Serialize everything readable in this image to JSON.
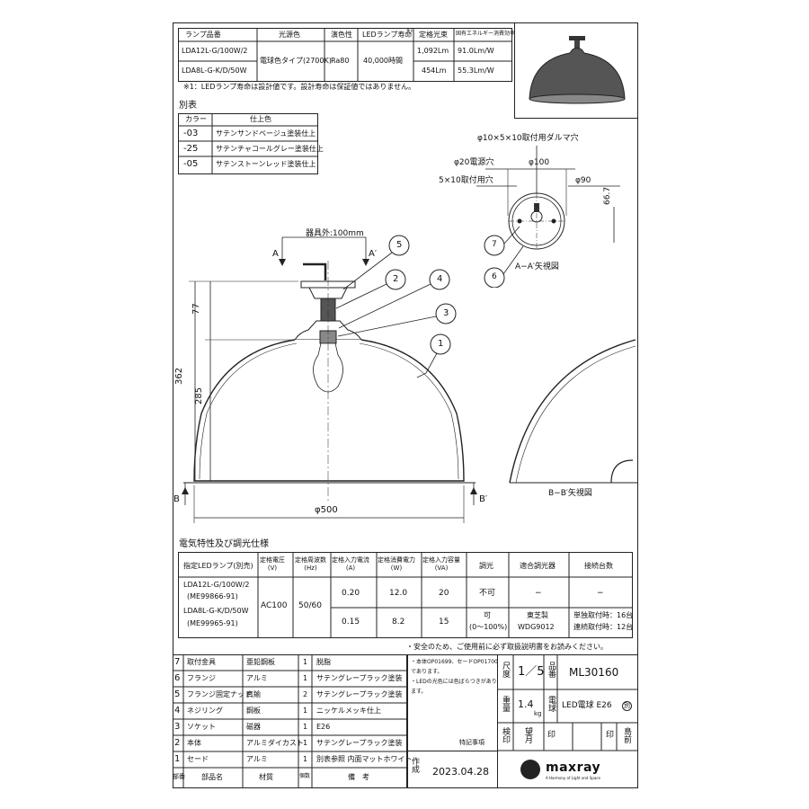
{
  "lamp_table": {
    "headers": [
      "ランプ品番",
      "光源色",
      "演色性",
      "LEDランプ寿命",
      "定格光束",
      "固有エネルギー消費効率"
    ],
    "header_note_mark": "※1",
    "rows": [
      {
        "part": "LDA12L-G/100W/2",
        "lumen": "1,092Lm",
        "eff": "91.0Lm/W"
      },
      {
        "part": "LDA8L-G-K/D/50W",
        "lumen": "454Lm",
        "eff": "55.3Lm/W"
      }
    ],
    "color": "電球色タイプ(2700K)",
    "cri": "Ra80",
    "life": "40,000時間",
    "note": "※1：LEDランプ寿命は設計値です。設計寿命は保証値ではありません。"
  },
  "betsu_table": {
    "title": "別表",
    "headers": [
      "カラー",
      "仕上色"
    ],
    "rows": [
      {
        "code": "-03",
        "finish": "サテンサンドベージュ塗装仕上"
      },
      {
        "code": "-25",
        "finish": "サテンチャコールグレー塗装仕上"
      },
      {
        "code": "-05",
        "finish": "サテンストーンレッド塗装仕上"
      }
    ]
  },
  "top_view": {
    "dim_screw": "φ10×5×10取付用ダルマ穴",
    "dim_power": "φ20電源穴",
    "dim_100": "φ100",
    "dim_hole": "5×10取付用穴",
    "dim_90": "φ90",
    "dim_667": "66.7",
    "title": "A−A′矢視図",
    "callouts": [
      "7",
      "6"
    ]
  },
  "elevation": {
    "width_label": "器具外:100mm",
    "a_left": "A",
    "a_right": "A′",
    "dim_77": "77",
    "dim_362": "362",
    "dim_285": "285",
    "dim_500": "φ500",
    "b_left": "B",
    "b_right": "B′",
    "bb_title": "B−B′矢視図",
    "callouts": [
      "5",
      "2",
      "4",
      "3",
      "1"
    ]
  },
  "electrical": {
    "title": "電気特性及び調光仕様",
    "headers": [
      "指定LEDランプ(別売)",
      "定格電圧\n(V)",
      "定格周波数\n(Hz)",
      "定格入力電流\n(A)",
      "定格消費電力\n(W)",
      "定格入力容量\n(VA)",
      "調光",
      "適合調光器",
      "接続台数"
    ],
    "lamps": [
      "LDA12L-G/100W/2",
      "(ME99866-91)",
      "LDA8L-G-K/D/50W",
      "(ME99965-91)"
    ],
    "voltage": "AC100",
    "freq": "50/60",
    "rows": [
      {
        "a": "0.20",
        "w": "12.0",
        "va": "20",
        "dim": "不可",
        "dimmer": "−",
        "count": "−"
      },
      {
        "a": "0.15",
        "w": "8.2",
        "va": "15",
        "dim1": "可",
        "dim2": "(0〜100%)",
        "dimmer1": "東芝製",
        "dimmer2": "WDG9012",
        "count1": "単独取付時：16台",
        "count2": "連続取付時：12台"
      }
    ]
  },
  "safety_note": "・安全のため、ご使用前に必ず取扱説明書をお読みください。",
  "parts": {
    "rows": [
      {
        "no": "7",
        "name": "取付金具",
        "mat": "亜鉛鋼板",
        "qty": "1",
        "spec": "脱脂"
      },
      {
        "no": "6",
        "name": "フランジ",
        "mat": "アルミ",
        "qty": "1",
        "spec": "サテングレープラック塗装"
      },
      {
        "no": "5",
        "name": "フランジ固定ナット",
        "mat": "真鍮",
        "qty": "2",
        "spec": "サテングレープラック塗装"
      },
      {
        "no": "4",
        "name": "ネジリング",
        "mat": "鋼板",
        "qty": "1",
        "spec": "ニッケルメッキ仕上"
      },
      {
        "no": "3",
        "name": "ソケット",
        "mat": "磁器",
        "qty": "1",
        "spec": "E26"
      },
      {
        "no": "2",
        "name": "本体",
        "mat": "アルミダイカスト",
        "qty": "1",
        "spec": "サテングレープラック塗装"
      },
      {
        "no": "1",
        "name": "セード",
        "mat": "アルミ",
        "qty": "1",
        "spec": "別表参照 内面マットホワイト"
      }
    ],
    "footer": [
      "部番",
      "部品名",
      "材質",
      "個数",
      "備　考"
    ]
  },
  "special_notes": {
    "lines": [
      "・本体OP01699、セードOP01700",
      "  であります。",
      "・LEDの光色には色ばらつきがあり",
      "  ます。"
    ],
    "label": "特記事項"
  },
  "title_block": {
    "scale_label": "尺度",
    "scale_value": "1／5",
    "no_label": "品番",
    "no_value": "ML30160",
    "weight_label": "重量",
    "weight_value": "1.4",
    "weight_unit": "kg",
    "bulb_label": "電球",
    "bulb_value": "LED電球 E26",
    "bulb_suffix": "別",
    "check_labels": [
      "検印",
      "望月",
      "印",
      "印",
      "島前"
    ],
    "made_label": "作成",
    "date": "2023.04.28",
    "brand": "maxray",
    "brand_sub": "A Harmony of Light and Space"
  }
}
